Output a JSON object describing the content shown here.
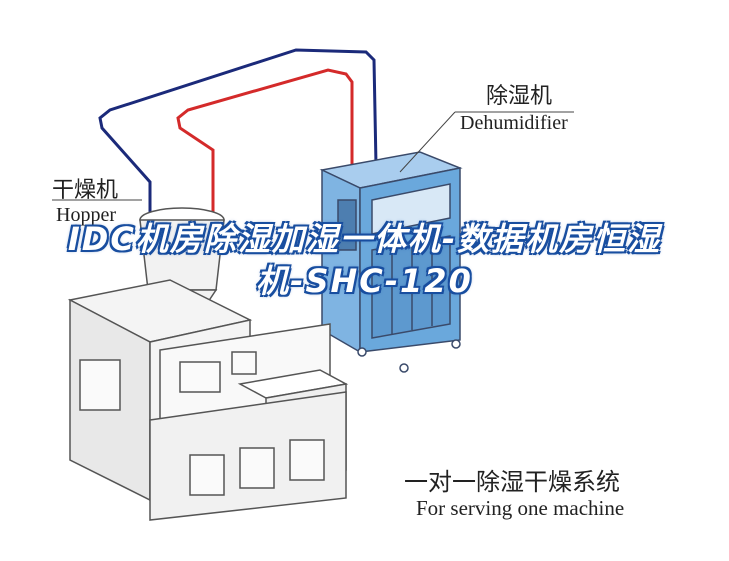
{
  "labels": {
    "dehumidifier_cn": "除湿机",
    "dehumidifier_en": "Dehumidifier",
    "hopper_cn": "干燥机",
    "hopper_en": "Hopper",
    "system_cn": "一对一除湿干燥系统",
    "system_en": "For serving one machine"
  },
  "overlay": {
    "title": "IDC机房除湿加湿一体机-数据机房恒湿机-SHC-120"
  },
  "colors": {
    "pipe_blue": "#1b2a7a",
    "pipe_red": "#d42a2a",
    "unit_blue": "#6aa8dc",
    "machine_gray": "#f2f2f2",
    "outline": "#555555"
  }
}
